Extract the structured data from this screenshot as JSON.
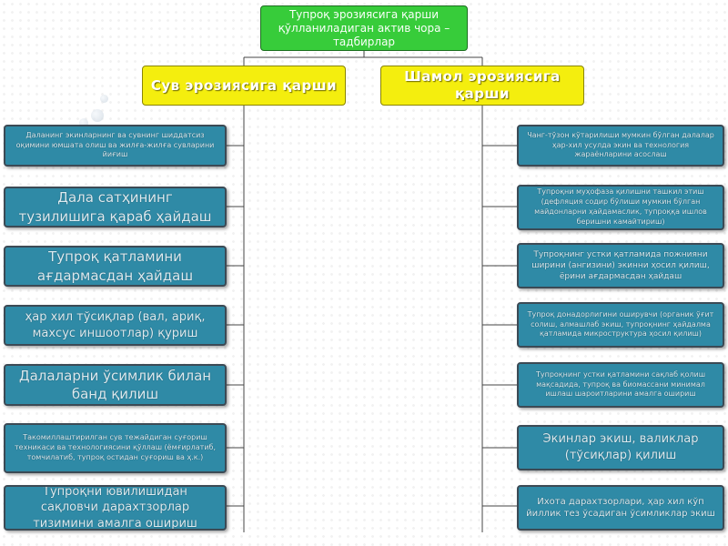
{
  "title": "Тупроқ эрозиясига қарши қўлланиладиган актив чора – тадбирлар",
  "left_header": "Сув эрозиясига қарши",
  "right_header": "Шамол эрозиясига қарши",
  "left_items": [
    "Даланинг экинларнинг ва сувнинг шиддатсиз оқимини юмшата олиш ва жилға-жилға сувларини йиғиш",
    "Дала сатҳининг тузилишига қараб ҳайдаш",
    "Тупроқ қатламини ағдармасдан ҳайдаш",
    "ҳар хил тўсиқлар (вал, ариқ, махсус иншоотлар) қуриш",
    "Далаларни ўсимлик билан банд қилиш",
    "Такомиллаштирилган сув тежайдиган суғориш техникаси ва технологиясини қўллаш (ёмғирлатиб, томчилатиб, тупроқ остидан суғориш ва ҳ.к.)",
    "Тупроқни ювилишидан сақловчи дарахтзорлар тизимини амалга ошириш"
  ],
  "right_items": [
    "Чанг-тўзон кўтарилиши мумкин бўлган далалар ҳар-хил усулда экин ва технология жараёнларини асослаш",
    "Тупроқни муҳофаза қилишни ташкил этиш (дефляция содир бўлиши мумкин бўлган майдонларни ҳайдамаслик, тупроққа ишлов беришни камайтириш)",
    "Тупроқнинг устки қатламида пожнияни ширини (ангизини) экинни ҳосил қилиш, ёрини ағдармасдан ҳайдаш",
    "Тупроқ донадорлигини оширувчи (органик ўғит солиш, алмашлаб экиш, тупроқнинг ҳайдалма қатламида микроструктура ҳосил қилиш)",
    "Тупроқнинг устки қатламини сақлаб қолиш мақсадида, тупроқ ва биомассани минимал ишлаш шароитларини амалга ошириш",
    "Экинлар экиш, валиклар (тўсиқлар) қилиш",
    "Ихота дарахтзорлари, ҳар хил кўп йиллик тез ўсадиган ўсимликлар экиш"
  ],
  "colors": {
    "title_box": "#37cc3a",
    "header_box": "#f4ee0e",
    "item_box": "#2f8aa6",
    "item_border": "#3c4a55",
    "connector": "#444444"
  }
}
